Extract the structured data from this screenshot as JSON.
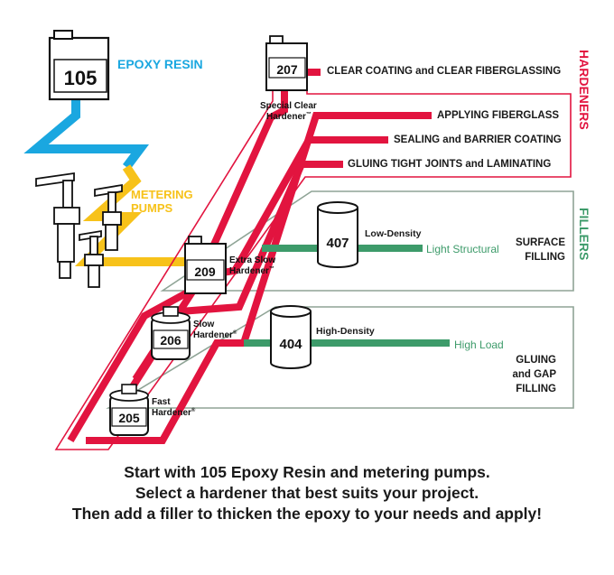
{
  "colors": {
    "hardener_red": "#e2143f",
    "resin_blue": "#1aa7e0",
    "pump_yellow": "#f7c21a",
    "filler_green": "#3d9b6a",
    "filler_border": "#8fa496",
    "text_dark": "#1a1a1a"
  },
  "resin": {
    "number": "105",
    "label": "EPOXY RESIN"
  },
  "pumps": {
    "label_line1": "METERING",
    "label_line2": "PUMPS"
  },
  "section_labels": {
    "hardeners": "HARDENERS",
    "fillers": "FILLERS"
  },
  "hardeners": [
    {
      "number": "207",
      "name_line1": "Special Clear",
      "name_line2": "Hardener",
      "mark": "™"
    },
    {
      "number": "209",
      "name_line1": "Extra Slow",
      "name_line2": "Hardener",
      "mark": "™"
    },
    {
      "number": "206",
      "name_line1": "Slow",
      "name_line2": "Hardener",
      "mark": "®"
    },
    {
      "number": "205",
      "name_line1": "Fast",
      "name_line2": "Hardener",
      "mark": "®"
    }
  ],
  "applications": [
    "CLEAR COATING and CLEAR FIBERGLASSING",
    "APPLYING FIBERGLASS",
    "SEALING and BARRIER COATING",
    "GLUING TIGHT JOINTS and LAMINATING"
  ],
  "fillers": [
    {
      "number": "407",
      "density": "Low-Density",
      "use": "Light Structural",
      "purpose_line1": "SURFACE",
      "purpose_line2": "FILLING",
      "purpose_line3": ""
    },
    {
      "number": "404",
      "density": "High-Density",
      "use": "High Load",
      "purpose_line1": "GLUING",
      "purpose_line2": "and GAP",
      "purpose_line3": "FILLING"
    }
  ],
  "caption": [
    "Start with 105 Epoxy Resin and metering pumps.",
    "Select a hardener that best suits your project.",
    "Then add a filler to thicken the epoxy to your needs and apply!"
  ]
}
